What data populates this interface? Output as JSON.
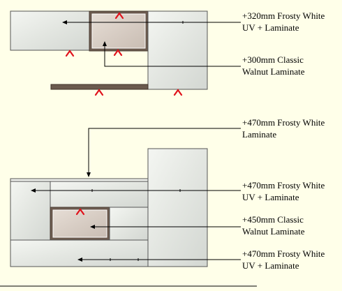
{
  "diagram": {
    "colors": {
      "background": "#ffffe9",
      "panel": "#e8ebe6",
      "panel_edge": "#555555",
      "walnut": "#6b5a4e",
      "window_glass": "#d9cfc7",
      "hinge_mark": "#e0121b",
      "leader": "#000000"
    },
    "labels": [
      {
        "line1": "+320mm  Frosty White",
        "line2": "UV + Laminate"
      },
      {
        "line1": "+300mm Classic",
        "line2": "Walnut Laminate"
      },
      {
        "line1": "+470mm Frosty White",
        "line2": "Laminate"
      },
      {
        "line1": "+470mm Frosty White",
        "line2": "UV + Laminate"
      },
      {
        "line1": "+450mm Classic",
        "line2": "Walnut Laminate"
      },
      {
        "line1": "+470mm Frosty White",
        "line2": "UV + Laminate"
      }
    ]
  }
}
